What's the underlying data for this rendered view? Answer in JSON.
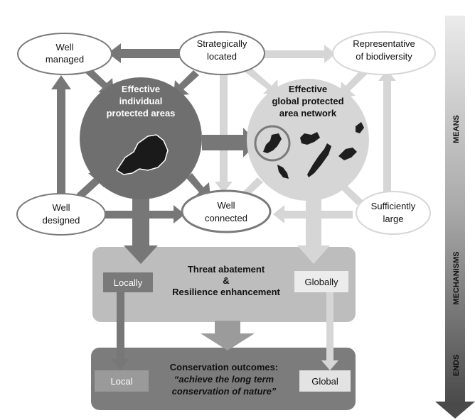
{
  "nodes": {
    "well_managed": [
      "Well",
      "managed"
    ],
    "strategically_located": [
      "Strategically",
      "located"
    ],
    "representative": [
      "Representative",
      "of biodiversity"
    ],
    "effective_individual": [
      "Effective",
      "individual",
      "protected areas"
    ],
    "effective_global": [
      "Effective",
      "global protected",
      "area network"
    ],
    "well_designed": [
      "Well",
      "designed"
    ],
    "well_connected": [
      "Well",
      "connected"
    ],
    "sufficiently_large": [
      "Sufficiently",
      "large"
    ]
  },
  "mechanisms": {
    "text": [
      "Threat abatement",
      "&",
      "Resilience enhancement"
    ],
    "locally": "Locally",
    "globally": "Globally"
  },
  "outcomes": {
    "title": "Conservation outcomes:",
    "quote_line1": "“achieve the long term",
    "quote_line2": "conservation of nature”",
    "local": "Local",
    "global": "Global"
  },
  "scale": {
    "means": "MEANS",
    "mechanisms": "MECHANISMS",
    "ends": "ENDS"
  },
  "colors": {
    "dark_grey": "#6f6f6f",
    "medium_grey": "#8a8a8a",
    "light_grey": "#d6d6d6",
    "mechanism_panel": "#bdbdbd",
    "outcome_panel": "#7c7c7c"
  }
}
